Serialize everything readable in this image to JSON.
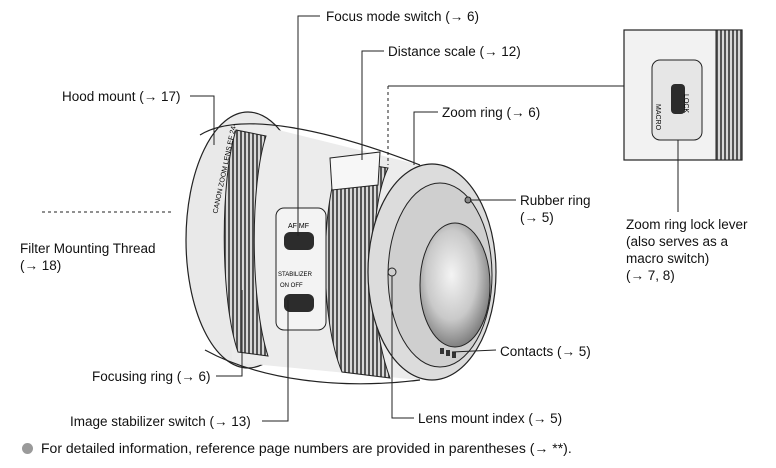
{
  "labels": {
    "focus_mode_switch": "Focus mode switch (→ 6)",
    "distance_scale": "Distance scale (→ 12)",
    "hood_mount": "Hood mount (→ 17)",
    "zoom_ring": "Zoom ring (→ 6)",
    "rubber_ring": "Rubber ring",
    "rubber_ring_ref": "(→ 5)",
    "filter_thread": "Filter Mounting Thread",
    "filter_thread_ref": "(→ 18)",
    "zoom_lock_1": "Zoom ring lock lever",
    "zoom_lock_2": "(also serves as a",
    "zoom_lock_3": "macro switch)",
    "zoom_lock_4": "(→ 7, 8)",
    "contacts": "Contacts (→ 5)",
    "focusing_ring": "Focusing ring (→ 6)",
    "image_stabilizer": "Image stabilizer switch (→ 13)",
    "lens_mount_index": "Lens mount index (→ 5)"
  },
  "lens_text": {
    "barrel": "CANON ZOOM LENS EF 24-",
    "af": "AF",
    "mf": "MF",
    "stabilizer": "STABILIZER",
    "on": "ON",
    "off": "OFF",
    "macro": "MACRO",
    "lock": "LOCK"
  },
  "footnote": "For detailed information, reference page numbers are provided in parentheses (→ **).",
  "colors": {
    "line": "#222222",
    "lens_light": "#e4e4e4",
    "lens_dark": "#3a3a3a",
    "bullet": "#9a9a9a"
  }
}
